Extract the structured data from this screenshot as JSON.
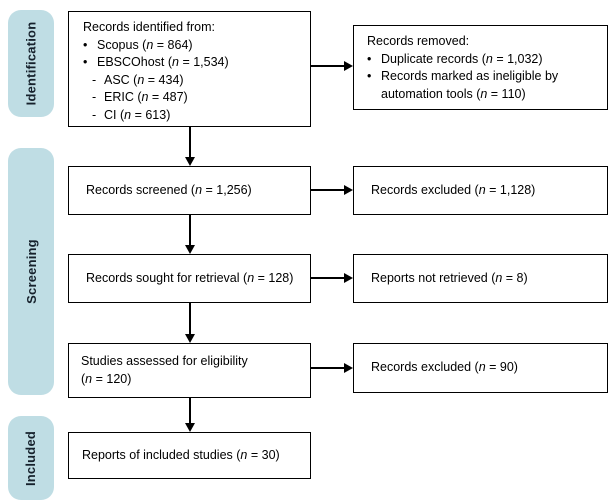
{
  "stages": [
    {
      "label": "Identification"
    },
    {
      "label": "Screening"
    },
    {
      "label": "Included"
    }
  ],
  "colors": {
    "stage_pill_bg": "#bfdde4",
    "stage_text": "#16212c",
    "box_border": "#000000",
    "arrow": "#000000",
    "background": "#ffffff"
  },
  "stat_symbol": "n",
  "boxes": [
    {
      "id": "records-identified",
      "lines": [
        {
          "lvl": 0,
          "marker": "",
          "segments": [
            {
              "t": "Records identified from:"
            }
          ]
        },
        {
          "lvl": 1,
          "marker": "•",
          "segments": [
            {
              "t": "Scopus ("
            },
            {
              "t": "n",
              "i": true
            },
            {
              "t": " = 864)"
            }
          ]
        },
        {
          "lvl": 1,
          "marker": "•",
          "segments": [
            {
              "t": "EBSCOhost ("
            },
            {
              "t": "n",
              "i": true
            },
            {
              "t": " = 1,534)"
            }
          ]
        },
        {
          "lvl": 2,
          "marker": "-",
          "segments": [
            {
              "t": "ASC ("
            },
            {
              "t": "n",
              "i": true
            },
            {
              "t": " = 434)"
            }
          ]
        },
        {
          "lvl": 2,
          "marker": "-",
          "segments": [
            {
              "t": "ERIC ("
            },
            {
              "t": "n",
              "i": true
            },
            {
              "t": " = 487)"
            }
          ]
        },
        {
          "lvl": 2,
          "marker": "-",
          "segments": [
            {
              "t": "CI ("
            },
            {
              "t": "n",
              "i": true
            },
            {
              "t": " = 613)"
            }
          ]
        }
      ]
    },
    {
      "id": "records-removed",
      "lines": [
        {
          "lvl": 0,
          "marker": "",
          "segments": [
            {
              "t": "Records removed:"
            }
          ]
        },
        {
          "lvl": 1,
          "marker": "•",
          "segments": [
            {
              "t": "Duplicate records ("
            },
            {
              "t": "n",
              "i": true
            },
            {
              "t": " = 1,032)"
            }
          ]
        },
        {
          "lvl": 1,
          "marker": "•",
          "segments": [
            {
              "t": "Records marked as ineligible by"
            }
          ]
        },
        {
          "lvl": 1,
          "marker": "",
          "segments": [
            {
              "t": "automation tools ("
            },
            {
              "t": "n",
              "i": true
            },
            {
              "t": " = 110)"
            }
          ]
        }
      ]
    },
    {
      "id": "records-screened",
      "lines": [
        {
          "lvl": 0,
          "marker": "",
          "segments": [
            {
              "t": "Records screened ("
            },
            {
              "t": "n",
              "i": true
            },
            {
              "t": " = 1,256)"
            }
          ]
        }
      ]
    },
    {
      "id": "records-excluded-screening",
      "lines": [
        {
          "lvl": 0,
          "marker": "",
          "segments": [
            {
              "t": "Records excluded ("
            },
            {
              "t": "n",
              "i": true
            },
            {
              "t": " = 1,128)"
            }
          ]
        }
      ]
    },
    {
      "id": "records-sought",
      "lines": [
        {
          "lvl": 0,
          "marker": "",
          "segments": [
            {
              "t": "Records sought for retrieval ("
            },
            {
              "t": "n",
              "i": true
            },
            {
              "t": " = 128)"
            }
          ]
        }
      ]
    },
    {
      "id": "reports-not-retrieved",
      "lines": [
        {
          "lvl": 0,
          "marker": "",
          "segments": [
            {
              "t": "Reports not retrieved ("
            },
            {
              "t": "n",
              "i": true
            },
            {
              "t": " = 8)"
            }
          ]
        }
      ]
    },
    {
      "id": "studies-assessed",
      "lines": [
        {
          "lvl": 0,
          "marker": "",
          "segments": [
            {
              "t": "Studies assessed for eligibility"
            }
          ]
        },
        {
          "lvl": 0,
          "marker": "",
          "segments": [
            {
              "t": "("
            },
            {
              "t": "n",
              "i": true
            },
            {
              "t": " = 120)"
            }
          ]
        }
      ]
    },
    {
      "id": "records-excluded-eligibility",
      "lines": [
        {
          "lvl": 0,
          "marker": "",
          "segments": [
            {
              "t": "Records excluded ("
            },
            {
              "t": "n",
              "i": true
            },
            {
              "t": " = 90)"
            }
          ]
        }
      ]
    },
    {
      "id": "reports-included",
      "lines": [
        {
          "lvl": 0,
          "marker": "",
          "segments": [
            {
              "t": "Reports of included studies ("
            },
            {
              "t": "n",
              "i": true
            },
            {
              "t": " = 30)"
            }
          ]
        }
      ]
    }
  ]
}
